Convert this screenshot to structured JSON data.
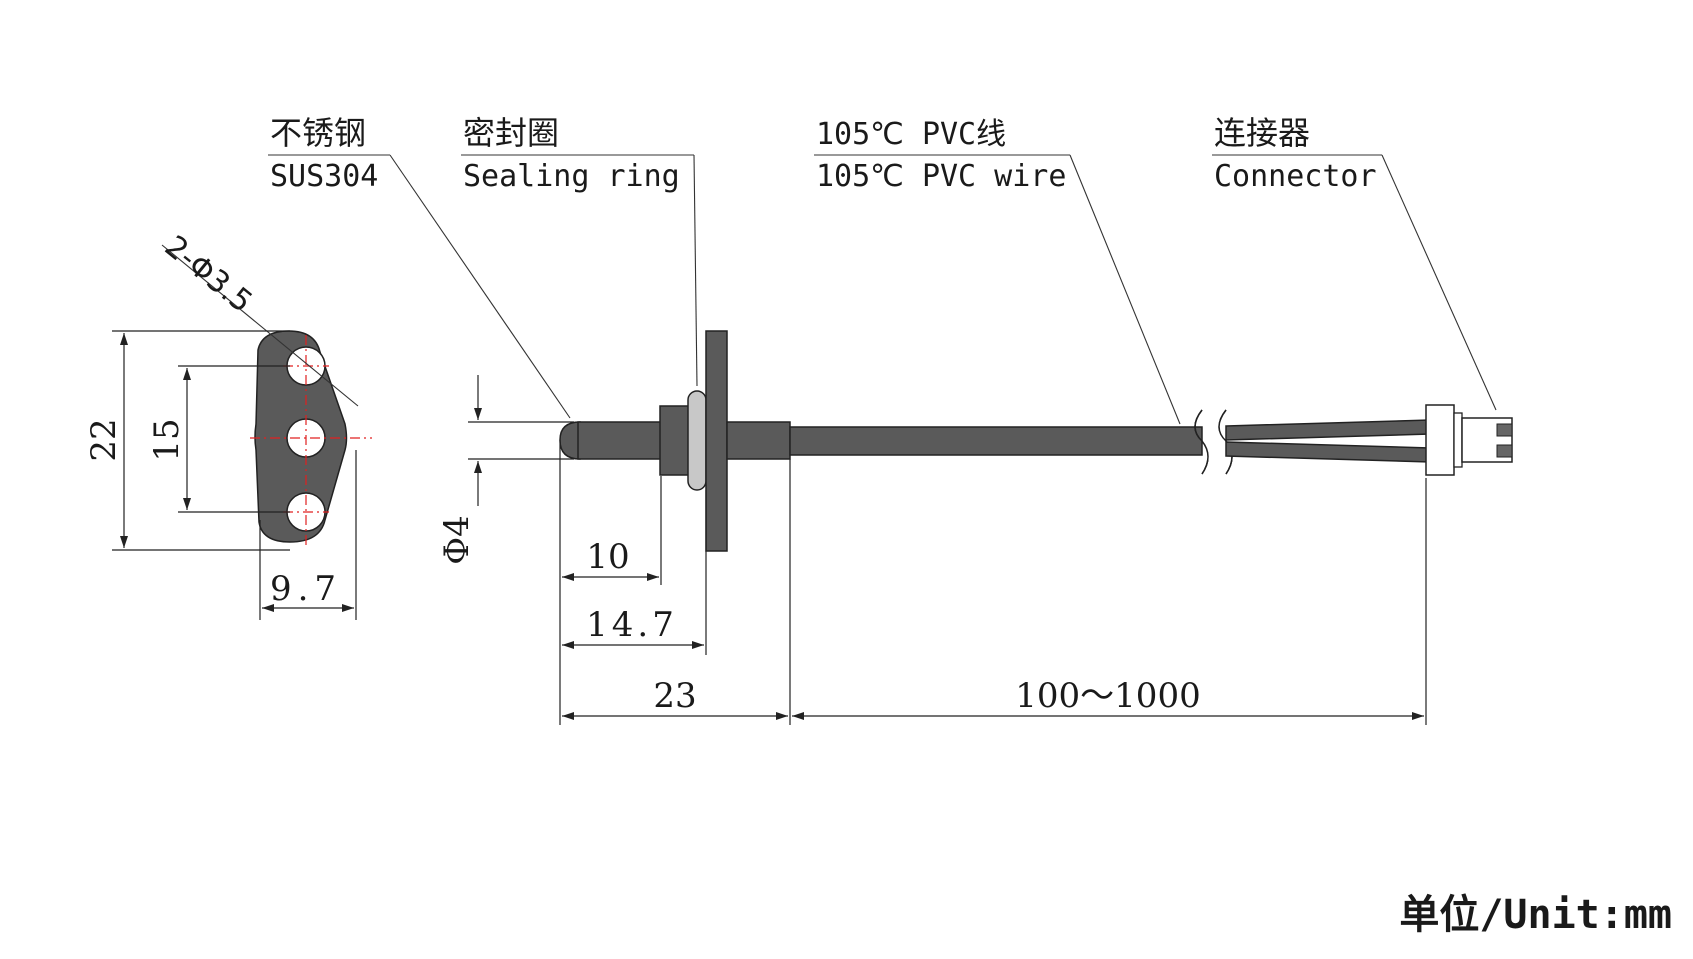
{
  "labels": {
    "steel_cn": "不锈钢",
    "steel_en": "SUS304",
    "seal_cn": "密封圈",
    "seal_en": "Sealing ring",
    "wire_cn": "105℃ PVC线",
    "wire_en": "105℃ PVC wire",
    "connector_cn": "连接器",
    "connector_en": "Connector"
  },
  "dimensions": {
    "holes": "2-Φ3.5",
    "height": "22",
    "hole_spacing": "15",
    "width": "9.7",
    "diameter": "Φ4",
    "tip_len": "10",
    "flange_pos": "14.7",
    "probe_len": "23",
    "cable_len": "100～1000"
  },
  "unit": "单位/Unit:mm",
  "colors": {
    "part": "#5a5a5a",
    "centerline": "#e02020",
    "line": "#222222"
  }
}
